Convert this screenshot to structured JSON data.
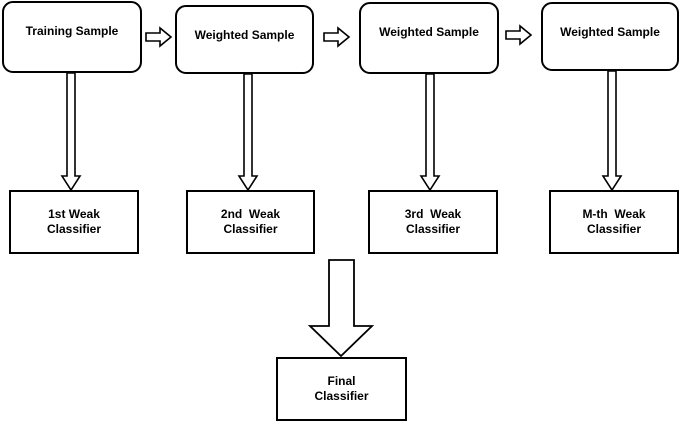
{
  "diagram": {
    "samples": [
      {
        "label": "Training Sample"
      },
      {
        "label": "Weighted Sample"
      },
      {
        "label": "Weighted Sample"
      },
      {
        "label": "Weighted Sample"
      }
    ],
    "classifiers": [
      {
        "line1": "1st Weak",
        "line2": "Classifier"
      },
      {
        "line1": "2nd  Weak",
        "line2": "Classifier"
      },
      {
        "line1": "3rd  Weak",
        "line2": "Classifier"
      },
      {
        "line1": "M-th  Weak",
        "line2": "Classifier"
      }
    ],
    "final": {
      "line1": "Final",
      "line2": "Classifier"
    }
  }
}
